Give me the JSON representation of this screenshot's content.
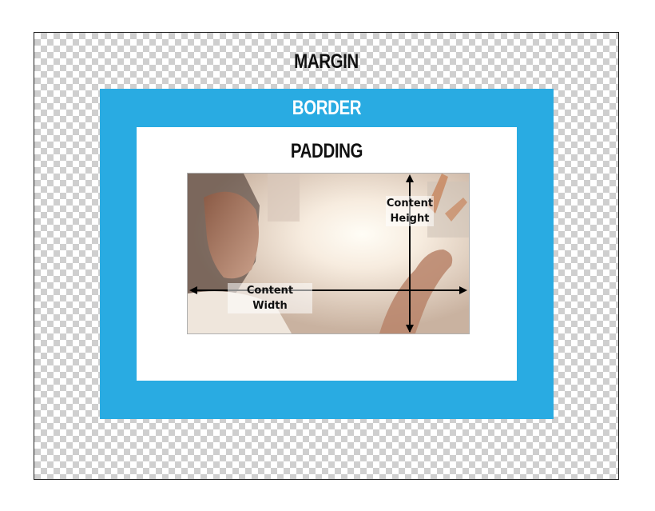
{
  "diagram": {
    "margin_label": "MARGIN",
    "border_label": "BORDER",
    "padding_label": "PADDING",
    "content_width_label": "Content Width",
    "content_height_label_line1": "Content",
    "content_height_label_line2": "Height"
  },
  "colors": {
    "border": "#29abe2",
    "padding": "#ffffff",
    "margin_checker": "#cfcfcf"
  }
}
